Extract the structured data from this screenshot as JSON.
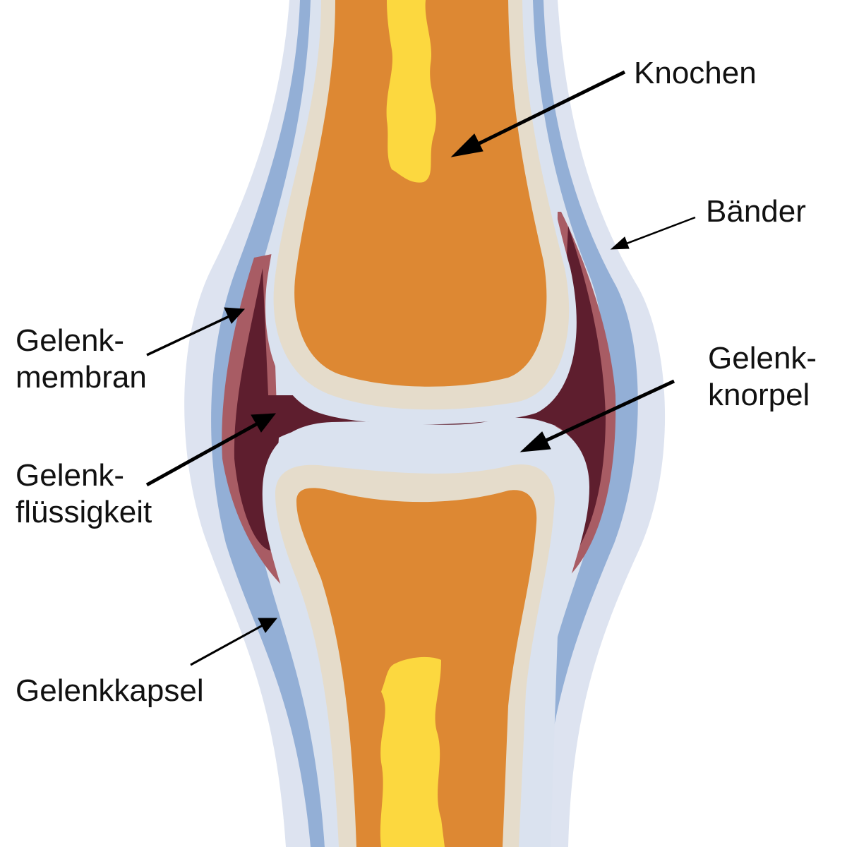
{
  "labels": {
    "knochen": "Knochen",
    "baender": "Bänder",
    "gelenkmembran_1": "Gelenk-",
    "gelenkmembran_2": "membran",
    "gelenkknorpel_1": "Gelenk-",
    "gelenkknorpel_2": "knorpel",
    "gelenkfluessigkeit_1": "Gelenk-",
    "gelenkfluessigkeit_2": "flüssigkeit",
    "gelenkkapsel": "Gelenkkapsel"
  },
  "colors": {
    "outer": "#dde3f0",
    "ligament": "#93afd6",
    "cartilage": "#dae2ef",
    "bone_cortex": "#e5dccb",
    "bone": "#dd8833",
    "marrow": "#fcd83f",
    "membrane": "#a85c64",
    "fluid": "#5e1e2e"
  }
}
